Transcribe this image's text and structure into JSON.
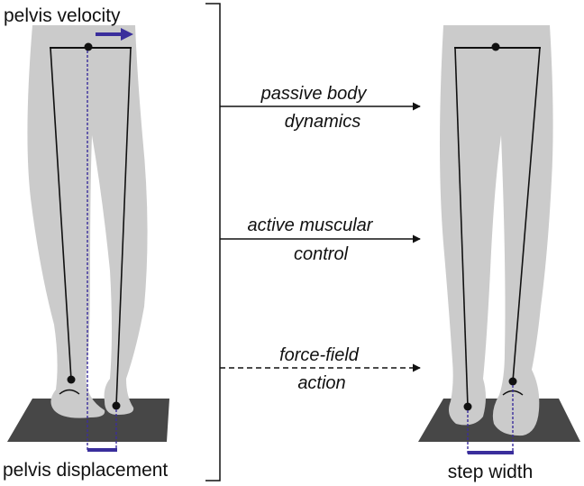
{
  "labels": {
    "pelvis_velocity": "pelvis velocity",
    "pelvis_displacement": "pelvis displacement",
    "step_width": "step width"
  },
  "arrows": [
    {
      "line1": "passive body",
      "line2": "dynamics",
      "style": "solid"
    },
    {
      "line1": "active muscular",
      "line2": "control",
      "style": "solid"
    },
    {
      "line1": "force-field",
      "line2": "action",
      "style": "dashed"
    }
  ],
  "colors": {
    "body": "#cbcbcb",
    "platform": "#474747",
    "accent": "#3a2e9c",
    "line": "#111111"
  }
}
